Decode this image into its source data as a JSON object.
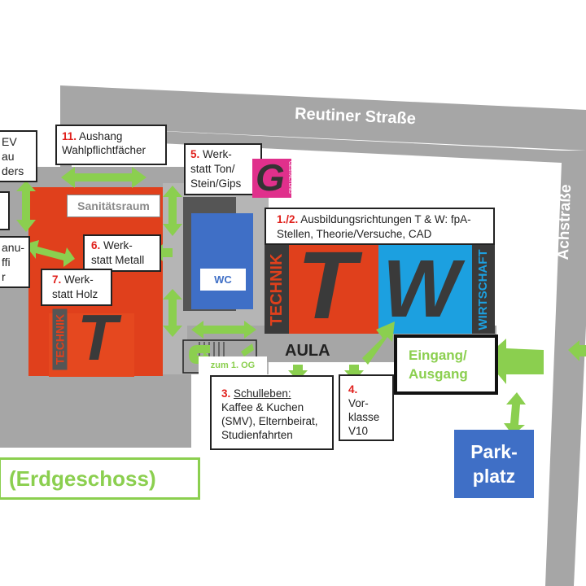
{
  "map": {
    "title": "(Erdgeschoss)",
    "streets": {
      "north": "Reutiner Straße",
      "east": "Achstraße"
    },
    "colors": {
      "road": "#a6a6a6",
      "technik": "#e0401c",
      "wirtschaft": "#1ca0e0",
      "arrow": "#8bcf4f",
      "blue": "#3f6fc6",
      "gestaltung": "#e0308c",
      "dark": "#3a3a3a"
    },
    "labels": {
      "lev_box_lines": [
        "EV",
        "au",
        "ders"
      ],
      "manu_box_lines": [
        "anu-",
        "ffi",
        "r"
      ],
      "item11_num": "11.",
      "item11_text": "Aushang",
      "item11_text2": "Wahlpflichtfächer",
      "sanitaet": "Sanitätsraum",
      "item5_num": "5.",
      "item5_lines": [
        "Werk-",
        "statt Ton/",
        "Stein/Gips"
      ],
      "gestaltung_logo": "G",
      "gestaltung_word": "GESTALTUNG",
      "item6_num": "6.",
      "item6_lines": [
        "Werk-",
        "statt Metall"
      ],
      "item7_num": "7.",
      "item7_lines": [
        "Werk-",
        "statt Holz"
      ],
      "wc": "WC",
      "item12_num": "1./2.",
      "item12_text": "Ausbildungsrichtungen T & W: fpA-",
      "item12_text2": "Stellen, Theorie/Versuche, CAD",
      "technik_word": "TECHNIK",
      "technik_letter": "T",
      "wirtschaft_word": "WIRTSCHAFT",
      "wirtschaft_letter": "W",
      "aula": "AULA",
      "stairs": "zum 1. OG",
      "item3_num": "3.",
      "item3_title": "Schulleben:",
      "item3_lines": [
        "Kaffee & Kuchen",
        "(SMV), Elternbeirat,",
        "Studienfahrten"
      ],
      "item4_num": "4.",
      "item4_lines": [
        "Vor-",
        "klasse",
        "V10"
      ],
      "entrance": [
        "Eingang/",
        "Ausgang"
      ],
      "parking": [
        "Park-",
        "platz"
      ]
    }
  }
}
